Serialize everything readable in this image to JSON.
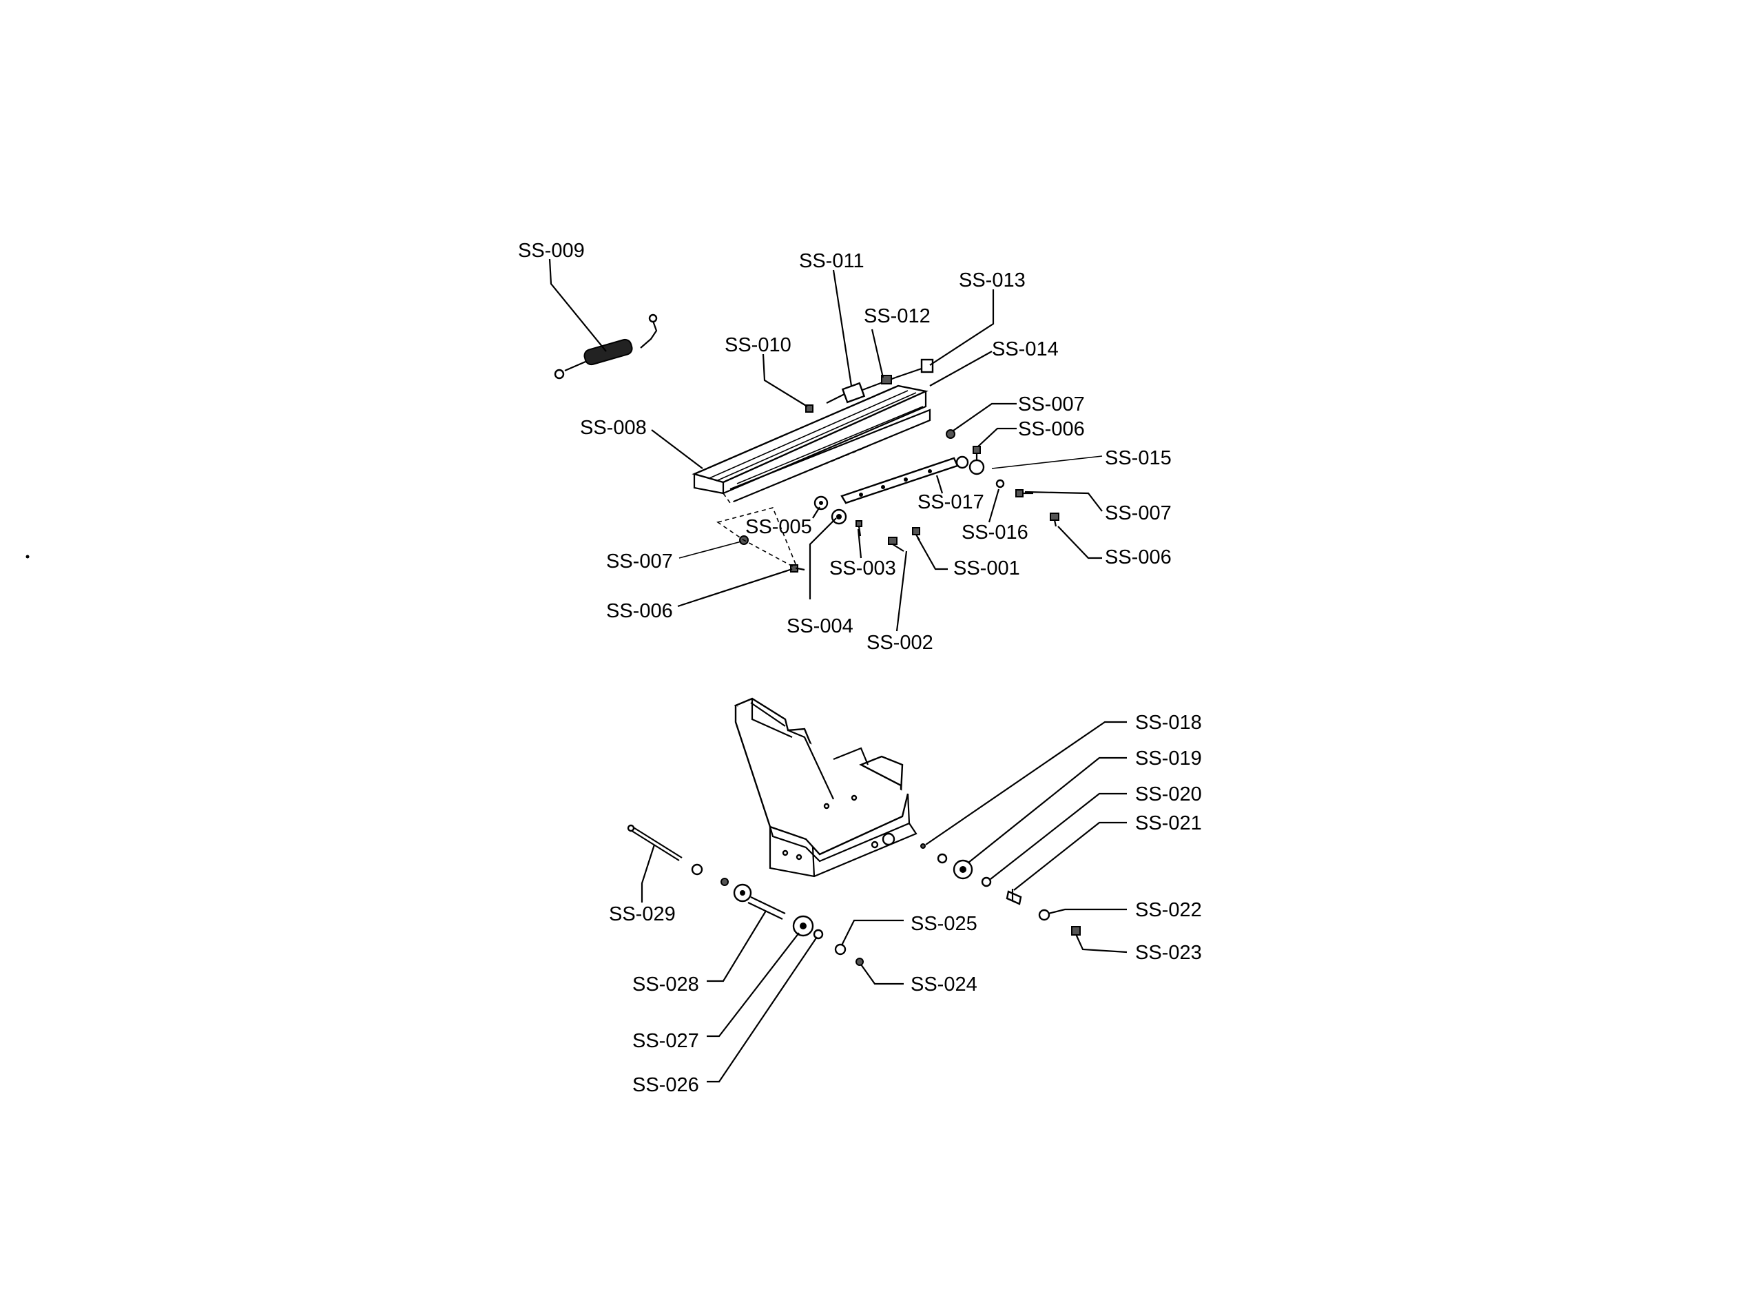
{
  "labels": {
    "ss_009": "SS-009",
    "ss_011": "SS-011",
    "ss_013": "SS-013",
    "ss_012": "SS-012",
    "ss_010": "SS-010",
    "ss_014": "SS-014",
    "ss_007_top": "SS-007",
    "ss_006_top": "SS-006",
    "ss_008": "SS-008",
    "ss_015": "SS-015",
    "ss_017": "SS-017",
    "ss_007_right": "SS-007",
    "ss_005": "SS-005",
    "ss_016": "SS-016",
    "ss_006_right": "SS-006",
    "ss_007_left": "SS-007",
    "ss_003": "SS-003",
    "ss_001": "SS-001",
    "ss_006_left": "SS-006",
    "ss_004": "SS-004",
    "ss_002": "SS-002",
    "ss_018": "SS-018",
    "ss_019": "SS-019",
    "ss_020": "SS-020",
    "ss_021": "SS-021",
    "ss_022": "SS-022",
    "ss_023": "SS-023",
    "ss_025": "SS-025",
    "ss_024": "SS-024",
    "ss_029": "SS-029",
    "ss_028": "SS-028",
    "ss_027": "SS-027",
    "ss_026": "SS-026"
  }
}
